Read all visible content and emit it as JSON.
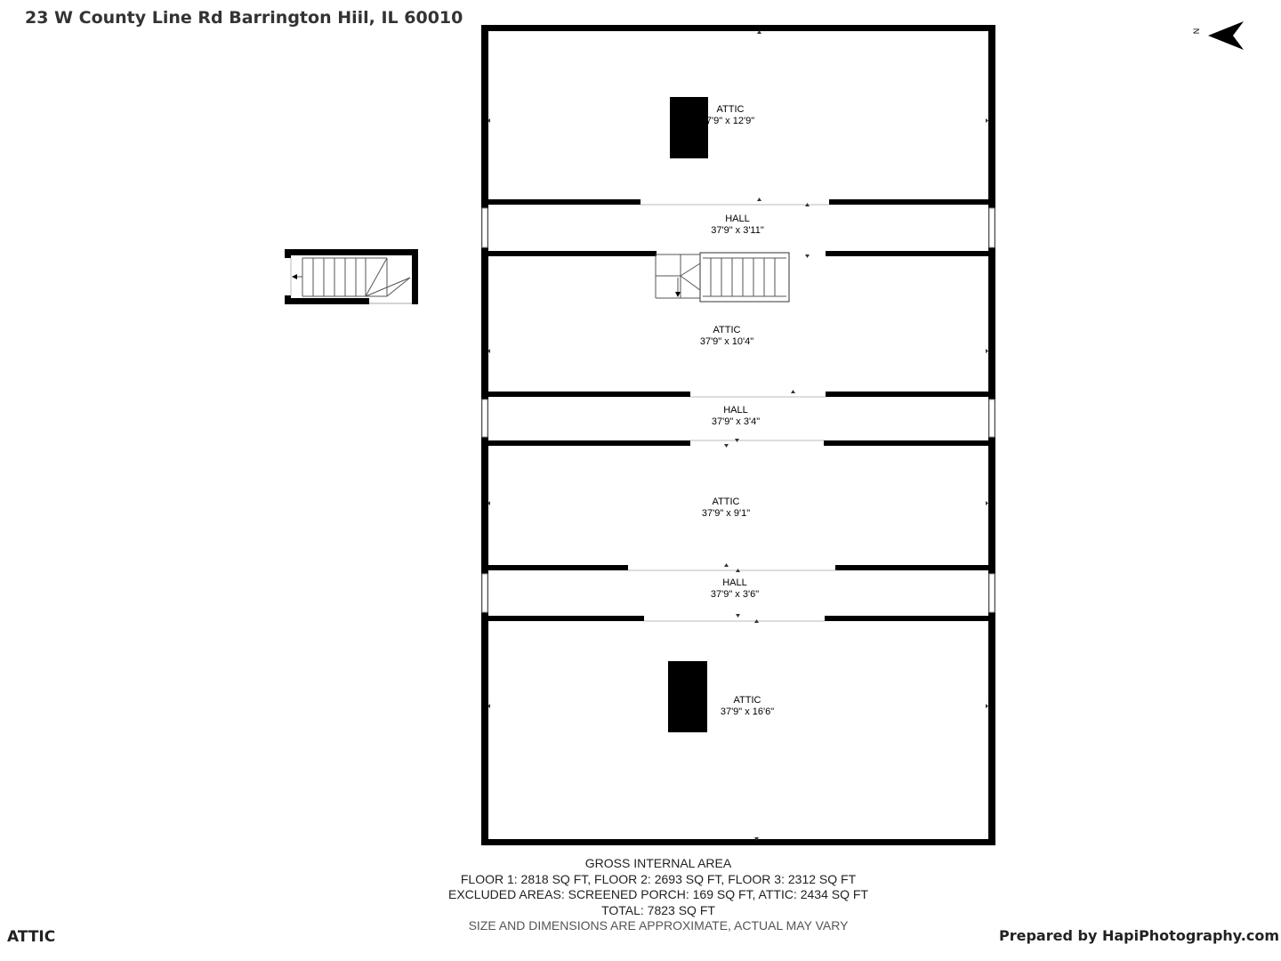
{
  "address": "23 W County Line Rd Barrington Hiil, IL  60010",
  "compass": {
    "letter": "N",
    "icon": "north-arrow-icon"
  },
  "rooms": [
    {
      "name": "ATTIC",
      "dims": "7'9\" x 12'9\""
    },
    {
      "name": "HALL",
      "dims": "37'9\" x 3'11\""
    },
    {
      "name": "ATTIC",
      "dims": "37'9\" x 10'4\""
    },
    {
      "name": "HALL",
      "dims": "37'9\" x 3'4\""
    },
    {
      "name": "ATTIC",
      "dims": "37'9\" x 9'1\""
    },
    {
      "name": "HALL",
      "dims": "37'9\" x 3'6\""
    },
    {
      "name": "ATTIC",
      "dims": "37'9\" x 16'6\""
    }
  ],
  "summary": {
    "heading": "GROSS INTERNAL AREA",
    "floors": "FLOOR 1: 2818 SQ FT, FLOOR 2: 2693 SQ FT, FLOOR 3: 2312 SQ FT",
    "excluded": "EXCLUDED AREAS: SCREENED PORCH: 169 SQ FT, ATTIC: 2434 SQ FT",
    "total": "TOTAL: 7823 SQ FT",
    "disclaimer": "SIZE AND DIMENSIONS ARE APPROXIMATE, ACTUAL MAY VARY"
  },
  "floor_name": "ATTIC",
  "prepared_by": "Prepared by HapiPhotography.com",
  "colors": {
    "wall": "#000000",
    "text": "#222222",
    "disclaimer": "#555555"
  }
}
